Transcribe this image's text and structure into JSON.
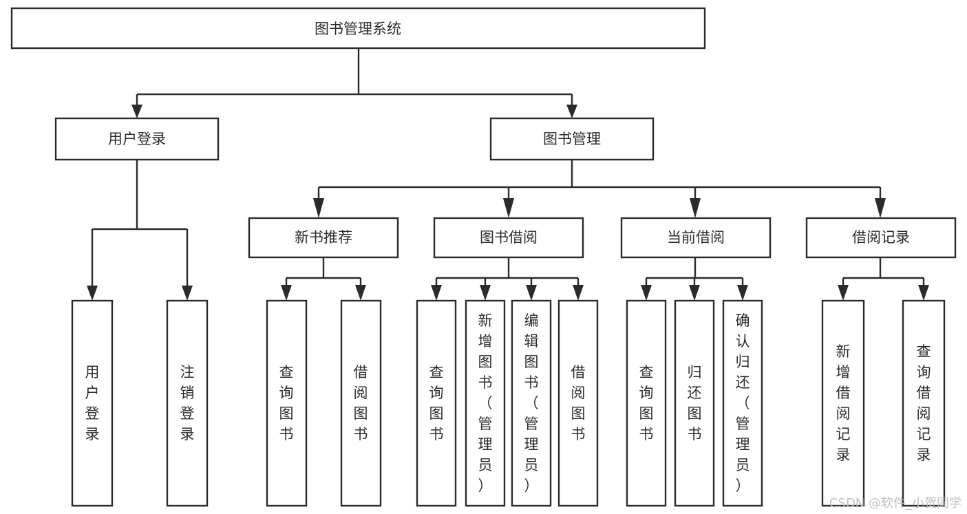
{
  "diagram": {
    "type": "tree-hierarchy-diagram",
    "title": "图书管理系统",
    "colors": {
      "stroke": "#2b2b2b",
      "fill": "#ffffff",
      "background": "#ffffff",
      "watermark": "#c2c2c2"
    },
    "levels": [
      {
        "level": 1,
        "nodes": [
          {
            "id": "root",
            "label": "图书管理系统",
            "orientation": "horizontal"
          }
        ]
      },
      {
        "level": 2,
        "nodes": [
          {
            "id": "user-login",
            "label": "用户登录",
            "orientation": "horizontal",
            "parent": "root"
          },
          {
            "id": "book-admin",
            "label": "图书管理",
            "orientation": "horizontal",
            "parent": "root"
          }
        ]
      },
      {
        "level": 3,
        "nodes": [
          {
            "id": "new-book-rec",
            "label": "新书推荐",
            "orientation": "horizontal",
            "parent": "book-admin"
          },
          {
            "id": "book-borrow",
            "label": "图书借阅",
            "orientation": "horizontal",
            "parent": "book-admin"
          },
          {
            "id": "current-borrow",
            "label": "当前借阅",
            "orientation": "horizontal",
            "parent": "book-admin"
          },
          {
            "id": "borrow-record",
            "label": "借阅记录",
            "orientation": "horizontal",
            "parent": "book-admin"
          }
        ]
      },
      {
        "level": 4,
        "nodes": [
          {
            "id": "leaf-user-login",
            "label": "用户登录",
            "orientation": "vertical",
            "parent": "user-login"
          },
          {
            "id": "leaf-user-logout",
            "label": "注销登录",
            "orientation": "vertical",
            "parent": "user-login"
          },
          {
            "id": "leaf-query-book-1",
            "label": "查询图书",
            "orientation": "vertical",
            "parent": "new-book-rec"
          },
          {
            "id": "leaf-borrow-book-1",
            "label": "借阅图书",
            "orientation": "vertical",
            "parent": "new-book-rec"
          },
          {
            "id": "leaf-query-book-2",
            "label": "查询图书",
            "orientation": "vertical",
            "parent": "book-borrow"
          },
          {
            "id": "leaf-add-book",
            "label": "新增图书（管理员）",
            "orientation": "vertical",
            "parent": "book-borrow"
          },
          {
            "id": "leaf-edit-book",
            "label": "编辑图书（管理员）",
            "orientation": "vertical",
            "parent": "book-borrow"
          },
          {
            "id": "leaf-borrow-book-2",
            "label": "借阅图书",
            "orientation": "vertical",
            "parent": "book-borrow"
          },
          {
            "id": "leaf-query-book-3",
            "label": "查询图书",
            "orientation": "vertical",
            "parent": "current-borrow"
          },
          {
            "id": "leaf-return-book",
            "label": "归还图书",
            "orientation": "vertical",
            "parent": "current-borrow"
          },
          {
            "id": "leaf-confirm-return",
            "label": "确认归还（管理员）",
            "orientation": "vertical",
            "parent": "current-borrow"
          },
          {
            "id": "leaf-add-record",
            "label": "新增借阅记录",
            "orientation": "vertical",
            "parent": "borrow-record"
          },
          {
            "id": "leaf-query-record",
            "label": "查询借阅记录",
            "orientation": "vertical",
            "parent": "borrow-record"
          }
        ]
      }
    ],
    "watermark": "CSDN @软件_小贺同学"
  }
}
